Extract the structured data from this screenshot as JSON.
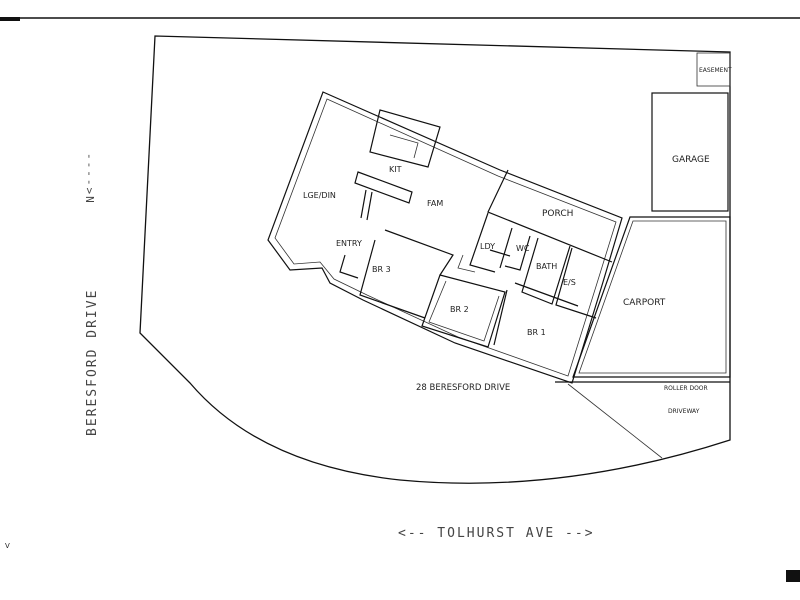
{
  "site_plan": {
    "street_address": "28 BERESFORD DRIVE",
    "west_street": "BERESFORD DRIVE",
    "south_street": "<-- TOLHURST AVE -->",
    "north_arrow": "---->N",
    "easement": "EASEMENT",
    "garage": "GARAGE",
    "carport": "CARPORT",
    "roller_door": "ROLLER DOOR",
    "driveway": "DRIVEWAY",
    "porch": "PORCH",
    "edge_mark": "V"
  },
  "rooms": {
    "kitchen": "KIT",
    "lounge_dining": "LGE/DIN",
    "family": "FAM",
    "entry": "ENTRY",
    "laundry": "LDY",
    "wc": "WC",
    "bath": "BATH",
    "ensuite": "E/S",
    "bedroom_3": "BR 3",
    "bedroom_2": "BR 2",
    "bedroom_1": "BR 1"
  }
}
